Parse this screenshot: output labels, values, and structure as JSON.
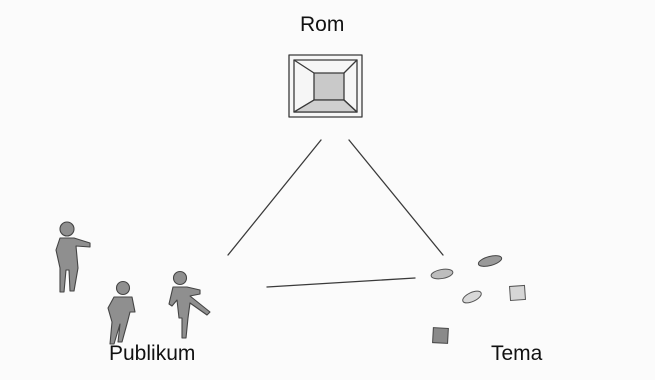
{
  "labels": {
    "room": "Rom",
    "audience": "Publikum",
    "theme": "Tema"
  },
  "colors": {
    "background": "#fbfbfb",
    "ink": "#3a3a3a",
    "figure_fill": "#8f8f8f",
    "box_inner": "#c8c8c8"
  },
  "icons": {
    "room": "room-box-icon",
    "audience": "person-figure-icon",
    "theme": "theme-objects-icon"
  }
}
